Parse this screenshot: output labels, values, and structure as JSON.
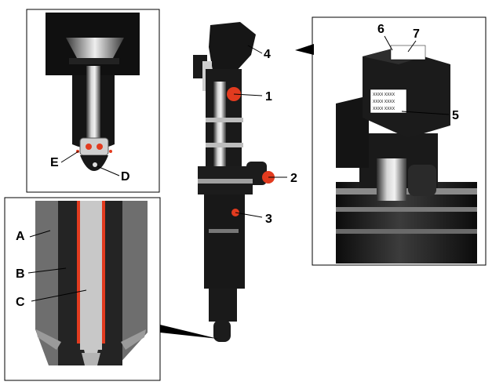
{
  "callouts": {
    "main": [
      "1",
      "2",
      "3",
      "4"
    ],
    "connector": [
      "5",
      "6",
      "7"
    ],
    "nozzle_tip": [
      "D",
      "E"
    ],
    "nozzle_section": [
      "A",
      "B",
      "C"
    ]
  },
  "label_text": {
    "line_1": "XXXX XXXX",
    "line_2": "XXXX XXXX",
    "line_3": "XXXX XXXX"
  },
  "colors": {
    "body": "#1a1a1a",
    "highlight": "#e23b1f",
    "metal": "#9a9a9a",
    "frame": "#000000"
  }
}
